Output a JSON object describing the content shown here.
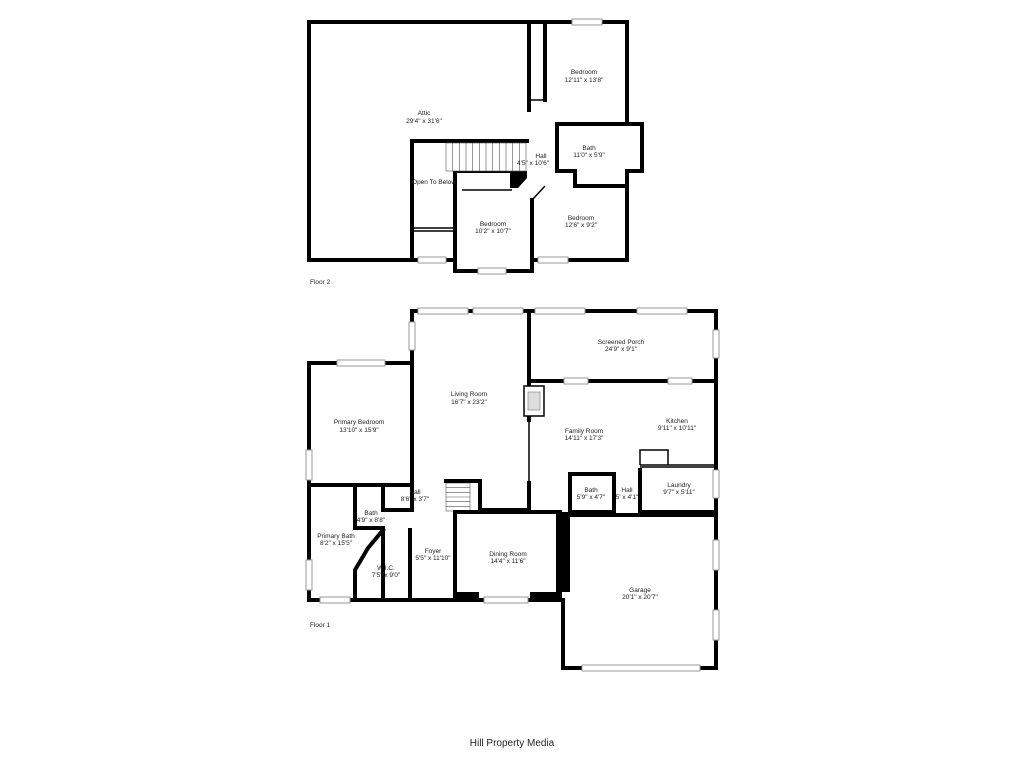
{
  "floors": [
    {
      "label": "Floor 2",
      "rooms": [
        {
          "name": "Attic",
          "dims": "29'4\" x 31'6\""
        },
        {
          "name": "Bedroom",
          "dims": "12'11\" x 13'8\""
        },
        {
          "name": "Bath",
          "dims": "11'0\" x 5'9\""
        },
        {
          "name": "Hall",
          "dims": "4'5\" x 10'6\""
        },
        {
          "name": "Open To Below",
          "dims": ""
        },
        {
          "name": "Bedroom",
          "dims": "10'2\" x 10'7\""
        },
        {
          "name": "Bedroom",
          "dims": "12'6\" x 9'2\""
        }
      ]
    },
    {
      "label": "Floor 1",
      "rooms": [
        {
          "name": "Screened Porch",
          "dims": "24'9\" x 9'1\""
        },
        {
          "name": "Living Room",
          "dims": "16'7\" x 23'2\""
        },
        {
          "name": "Primary Bedroom",
          "dims": "13'10\" x 15'9\""
        },
        {
          "name": "Family Room",
          "dims": "14'11\" x 17'3\""
        },
        {
          "name": "Kitchen",
          "dims": "9'11\" x 10'11\""
        },
        {
          "name": "Laundry",
          "dims": "9'7\" x 5'11\""
        },
        {
          "name": "Bath",
          "dims": "5'9\" x 4'7\""
        },
        {
          "name": "Hall",
          "dims": "5' x 4'1\""
        },
        {
          "name": "Hall",
          "dims": "8'6\" x 3'7\""
        },
        {
          "name": "Bath",
          "dims": "4'9\" x 8'8\""
        },
        {
          "name": "Primary Bath",
          "dims": "8'2\" x 15'5\""
        },
        {
          "name": "W.I.C.",
          "dims": "7'5\" x 9'0\""
        },
        {
          "name": "Foyer",
          "dims": "5'5\" x 11'10\""
        },
        {
          "name": "Dining Room",
          "dims": "14'4\" x 11'6\""
        },
        {
          "name": "Garage",
          "dims": "20'1\" x 20'7\""
        }
      ]
    }
  ],
  "credit": "Hill Property Media"
}
